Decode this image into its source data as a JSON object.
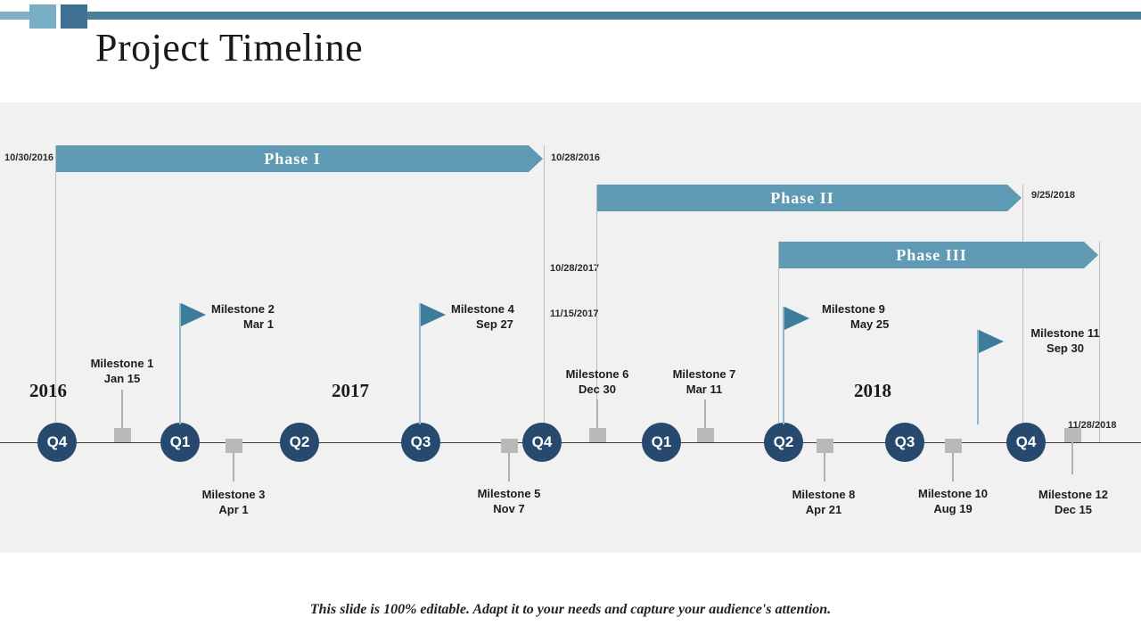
{
  "header": {
    "title": "Project Timeline"
  },
  "footer": {
    "note": "This slide is 100% editable. Adapt it to your needs and capture your audience's attention."
  },
  "colors": {
    "phase_bar": "#5E9AB3",
    "quarter_node": "#27496D",
    "flag": "#3E7C9B",
    "milestone_marker": "#b9b9b9",
    "panel_bg": "#f1f1f1",
    "header_bar_dark": "#4A7F99",
    "header_bar_light": "#78AEC4"
  },
  "phases": [
    {
      "label": "Phase I",
      "start_date": "10/30/2016",
      "end_date": "10/28/2016"
    },
    {
      "label": "Phase II",
      "start_date": "10/28/2017",
      "end_date": "9/25/2018"
    },
    {
      "label": "Phase III",
      "start_date": "11/15/2017",
      "end_date": "11/28/2018"
    }
  ],
  "years": [
    {
      "label": "2016"
    },
    {
      "label": "2017"
    },
    {
      "label": "2018"
    }
  ],
  "quarters": [
    {
      "label": "Q4"
    },
    {
      "label": "Q1"
    },
    {
      "label": "Q2"
    },
    {
      "label": "Q3"
    },
    {
      "label": "Q4"
    },
    {
      "label": "Q1"
    },
    {
      "label": "Q2"
    },
    {
      "label": "Q3"
    },
    {
      "label": "Q4"
    }
  ],
  "milestones": [
    {
      "name": "Milestone 1",
      "date": "Jan 15",
      "marker": "square",
      "position": "above"
    },
    {
      "name": "Milestone 2",
      "date": "Mar 1",
      "marker": "flag",
      "position": "above"
    },
    {
      "name": "Milestone 3",
      "date": "Apr 1",
      "marker": "square",
      "position": "below"
    },
    {
      "name": "Milestone 4",
      "date": "Sep 27",
      "marker": "flag",
      "position": "above"
    },
    {
      "name": "Milestone 5",
      "date": "Nov 7",
      "marker": "square",
      "position": "below"
    },
    {
      "name": "Milestone 6",
      "date": "Dec 30",
      "marker": "square",
      "position": "above"
    },
    {
      "name": "Milestone 7",
      "date": "Mar 11",
      "marker": "square",
      "position": "above"
    },
    {
      "name": "Milestone 8",
      "date": "Apr 21",
      "marker": "square",
      "position": "below"
    },
    {
      "name": "Milestone 9",
      "date": "May 25",
      "marker": "flag",
      "position": "above"
    },
    {
      "name": "Milestone 10",
      "date": "Aug 19",
      "marker": "square",
      "position": "below"
    },
    {
      "name": "Milestone 11",
      "date": "Sep 30",
      "marker": "flag",
      "position": "above"
    },
    {
      "name": "Milestone 12",
      "date": "Dec 15",
      "marker": "square",
      "position": "below"
    }
  ]
}
